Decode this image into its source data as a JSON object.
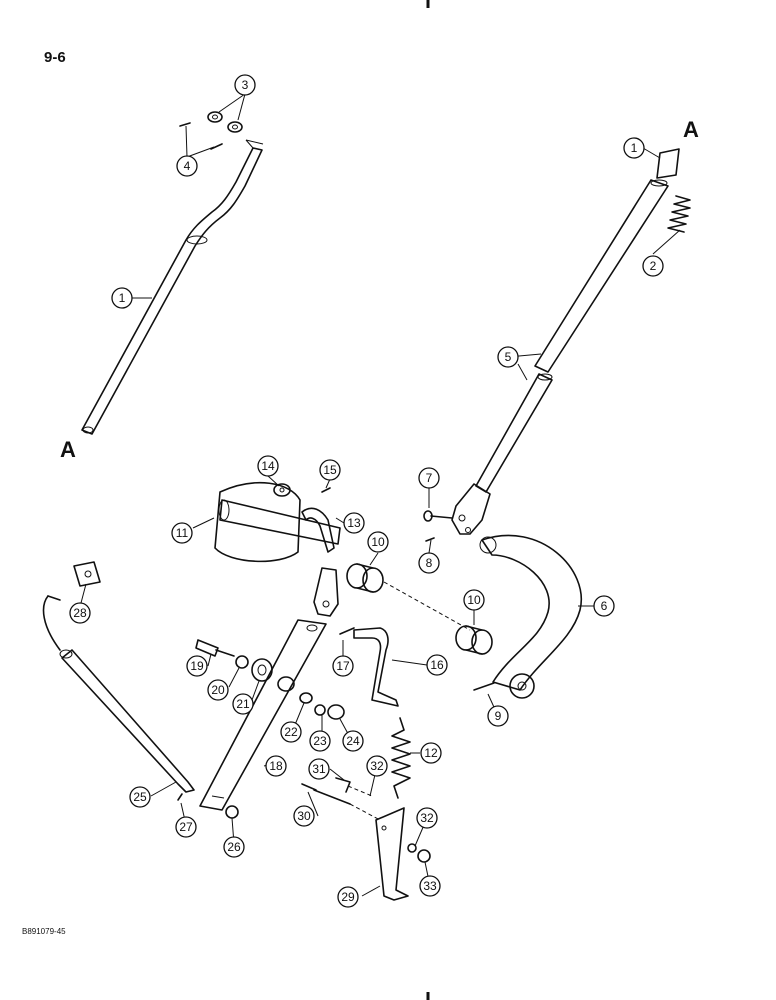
{
  "page_number": "9-6",
  "figure_ref": "B891079-45",
  "break_marker": "A",
  "callouts": [
    {
      "id": "c3",
      "label": "3"
    },
    {
      "id": "c4",
      "label": "4"
    },
    {
      "id": "c1a",
      "label": "1"
    },
    {
      "id": "c1b",
      "label": "1"
    },
    {
      "id": "c2",
      "label": "2"
    },
    {
      "id": "c5",
      "label": "5"
    },
    {
      "id": "c14",
      "label": "14"
    },
    {
      "id": "c15",
      "label": "15"
    },
    {
      "id": "c11",
      "label": "11"
    },
    {
      "id": "c13",
      "label": "13"
    },
    {
      "id": "c10a",
      "label": "10"
    },
    {
      "id": "c7",
      "label": "7"
    },
    {
      "id": "c8",
      "label": "8"
    },
    {
      "id": "c10b",
      "label": "10"
    },
    {
      "id": "c6",
      "label": "6"
    },
    {
      "id": "c28",
      "label": "28"
    },
    {
      "id": "c19",
      "label": "19"
    },
    {
      "id": "c20",
      "label": "20"
    },
    {
      "id": "c21",
      "label": "21"
    },
    {
      "id": "c17",
      "label": "17"
    },
    {
      "id": "c16",
      "label": "16"
    },
    {
      "id": "c9",
      "label": "9"
    },
    {
      "id": "c22",
      "label": "22"
    },
    {
      "id": "c23",
      "label": "23"
    },
    {
      "id": "c24",
      "label": "24"
    },
    {
      "id": "c12",
      "label": "12"
    },
    {
      "id": "c18",
      "label": "18"
    },
    {
      "id": "c31",
      "label": "31"
    },
    {
      "id": "c32a",
      "label": "32"
    },
    {
      "id": "c25",
      "label": "25"
    },
    {
      "id": "c27",
      "label": "27"
    },
    {
      "id": "c30",
      "label": "30"
    },
    {
      "id": "c26",
      "label": "26"
    },
    {
      "id": "c32b",
      "label": "32"
    },
    {
      "id": "c33",
      "label": "33"
    },
    {
      "id": "c29",
      "label": "29"
    }
  ]
}
